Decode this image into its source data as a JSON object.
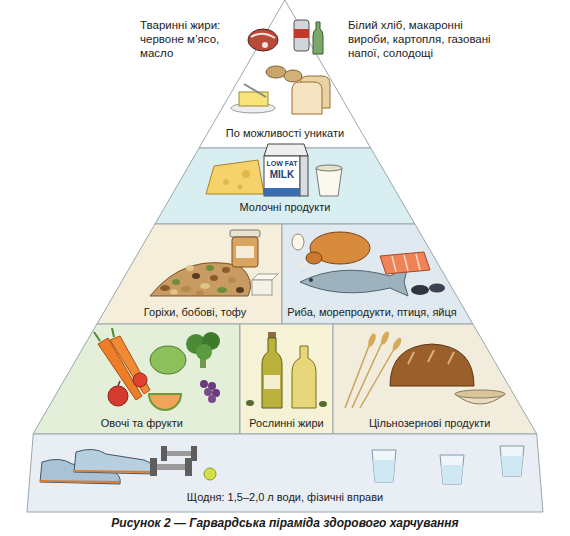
{
  "diagram": {
    "caption": "Рисунок 2 — Гарвардська піраміда здорового харчування",
    "nodes": [
      {
        "text": [
          "По можливості уникати"
        ]
      },
      {
        "text": [
          "Молочні продукти"
        ]
      },
      {
        "text": [
          "Горіхи, бобові, тофу"
        ]
      },
      {
        "text": [
          "Риба, морепродукти, птиця, яйця"
        ]
      },
      {
        "text": [
          "Овочі та фрукти"
        ]
      },
      {
        "text": [
          "Рослинні жири"
        ]
      },
      {
        "text": [
          "Цільнозернові продукти"
        ]
      },
      {
        "text": [
          "Щодня: 1,5–2,0 л води, фізичні вправи"
        ]
      }
    ],
    "labels": [
      "Тваринні жири: червоне м’ясо, масло",
      "Білий хліб, макаронні вироби, картопля, газовані напої, солодощі",
      "LOW FAT",
      "MILK"
    ]
  }
}
